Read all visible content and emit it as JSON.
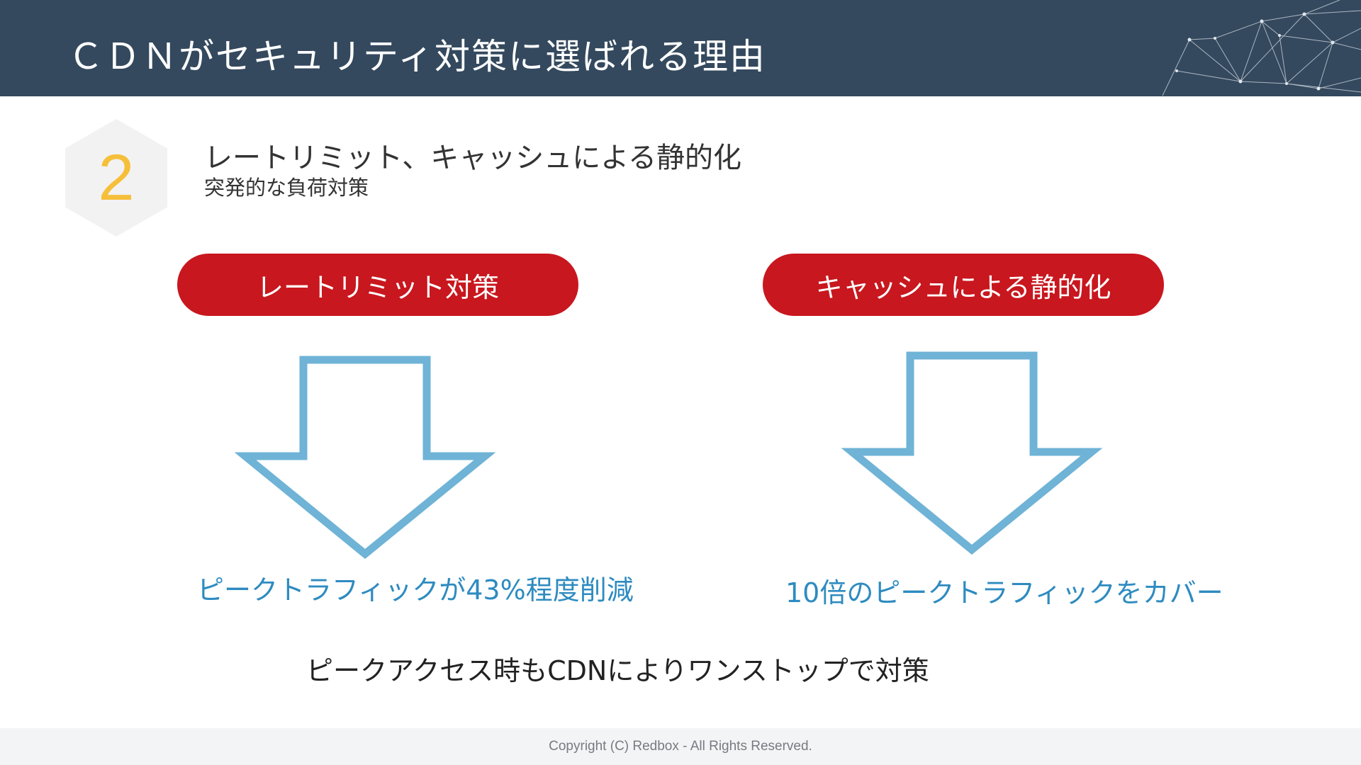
{
  "header": {
    "title": "ＣＤＮがセキュリティ対策に選ばれる理由"
  },
  "section": {
    "number": "2",
    "title": "レートリミット、キャッシュによる静的化",
    "subtitle": "突発的な負荷対策"
  },
  "measures": [
    {
      "label": "レートリミット対策",
      "result": "ピークトラフィックが43%程度削減"
    },
    {
      "label": "キャッシュによる静的化",
      "result": "10倍のピークトラフィックをカバー"
    }
  ],
  "conclusion": "ピークアクセス時もCDNによりワンストップで対策",
  "footer": {
    "copyright": "Copyright (C) Redbox - All Rights Reserved."
  },
  "colors": {
    "header_bg": "#34495e",
    "accent_red": "#c8171e",
    "arrow_blue": "#6fb3d6",
    "result_blue": "#2e8bc0",
    "number_yellow": "#f6bf3a",
    "hex_gray": "#f2f2f2"
  }
}
